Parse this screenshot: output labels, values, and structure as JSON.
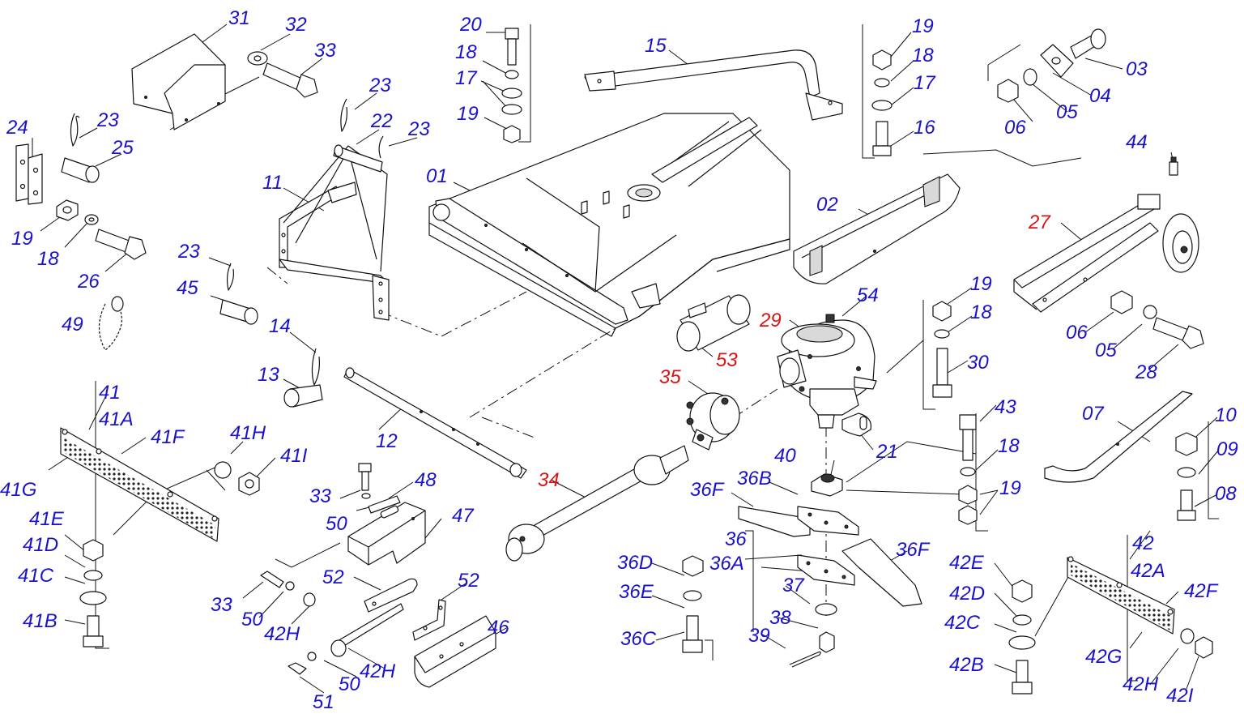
{
  "colors": {
    "label_default": "#1a12c8",
    "label_highlight": "#d81414",
    "linework": "#111111"
  },
  "labels": [
    {
      "id": "l31",
      "text": "31",
      "color": "blue"
    },
    {
      "id": "l32",
      "text": "32",
      "color": "blue"
    },
    {
      "id": "l33a",
      "text": "33",
      "color": "blue"
    },
    {
      "id": "l24",
      "text": "24",
      "color": "blue"
    },
    {
      "id": "l23a",
      "text": "23",
      "color": "blue"
    },
    {
      "id": "l25",
      "text": "25",
      "color": "blue"
    },
    {
      "id": "l19a",
      "text": "19",
      "color": "blue"
    },
    {
      "id": "l18a",
      "text": "18",
      "color": "blue"
    },
    {
      "id": "l26",
      "text": "26",
      "color": "blue"
    },
    {
      "id": "l49",
      "text": "49",
      "color": "blue"
    },
    {
      "id": "l23b",
      "text": "23",
      "color": "blue"
    },
    {
      "id": "l22",
      "text": "22",
      "color": "blue"
    },
    {
      "id": "l23c",
      "text": "23",
      "color": "blue"
    },
    {
      "id": "l11",
      "text": "11",
      "color": "blue"
    },
    {
      "id": "l23d",
      "text": "23",
      "color": "blue"
    },
    {
      "id": "l45",
      "text": "45",
      "color": "blue"
    },
    {
      "id": "l14",
      "text": "14",
      "color": "blue"
    },
    {
      "id": "l13",
      "text": "13",
      "color": "blue"
    },
    {
      "id": "l12",
      "text": "12",
      "color": "blue"
    },
    {
      "id": "l20",
      "text": "20",
      "color": "blue"
    },
    {
      "id": "l18b",
      "text": "18",
      "color": "blue"
    },
    {
      "id": "l17a",
      "text": "17",
      "color": "blue"
    },
    {
      "id": "l19b",
      "text": "19",
      "color": "blue"
    },
    {
      "id": "l15",
      "text": "15",
      "color": "blue"
    },
    {
      "id": "l01",
      "text": "01",
      "color": "blue"
    },
    {
      "id": "l19c",
      "text": "19",
      "color": "blue"
    },
    {
      "id": "l18c",
      "text": "18",
      "color": "blue"
    },
    {
      "id": "l17b",
      "text": "17",
      "color": "blue"
    },
    {
      "id": "l16",
      "text": "16",
      "color": "blue"
    },
    {
      "id": "l03",
      "text": "03",
      "color": "blue"
    },
    {
      "id": "l04",
      "text": "04",
      "color": "blue"
    },
    {
      "id": "l05a",
      "text": "05",
      "color": "blue"
    },
    {
      "id": "l06a",
      "text": "06",
      "color": "blue"
    },
    {
      "id": "l44",
      "text": "44",
      "color": "blue"
    },
    {
      "id": "l02",
      "text": "02",
      "color": "blue"
    },
    {
      "id": "l27",
      "text": "27",
      "color": "red"
    },
    {
      "id": "l54",
      "text": "54",
      "color": "blue"
    },
    {
      "id": "l29",
      "text": "29",
      "color": "red"
    },
    {
      "id": "l19d",
      "text": "19",
      "color": "blue"
    },
    {
      "id": "l18d",
      "text": "18",
      "color": "blue"
    },
    {
      "id": "l30",
      "text": "30",
      "color": "blue"
    },
    {
      "id": "l06b",
      "text": "06",
      "color": "blue"
    },
    {
      "id": "l05b",
      "text": "05",
      "color": "blue"
    },
    {
      "id": "l28",
      "text": "28",
      "color": "blue"
    },
    {
      "id": "l53",
      "text": "53",
      "color": "red"
    },
    {
      "id": "l35",
      "text": "35",
      "color": "red"
    },
    {
      "id": "l21",
      "text": "21",
      "color": "blue"
    },
    {
      "id": "l43",
      "text": "43",
      "color": "blue"
    },
    {
      "id": "l18e",
      "text": "18",
      "color": "blue"
    },
    {
      "id": "l19e",
      "text": "19",
      "color": "blue"
    },
    {
      "id": "l07",
      "text": "07",
      "color": "blue"
    },
    {
      "id": "l10",
      "text": "10",
      "color": "blue"
    },
    {
      "id": "l09",
      "text": "09",
      "color": "blue"
    },
    {
      "id": "l08",
      "text": "08",
      "color": "blue"
    },
    {
      "id": "l41",
      "text": "41",
      "color": "blue"
    },
    {
      "id": "l41A",
      "text": "41A",
      "color": "blue"
    },
    {
      "id": "l41F",
      "text": "41F",
      "color": "blue"
    },
    {
      "id": "l41G",
      "text": "41G",
      "color": "blue"
    },
    {
      "id": "l41H",
      "text": "41H",
      "color": "blue"
    },
    {
      "id": "l41I",
      "text": "41I",
      "color": "blue"
    },
    {
      "id": "l41E",
      "text": "41E",
      "color": "blue"
    },
    {
      "id": "l41D",
      "text": "41D",
      "color": "blue"
    },
    {
      "id": "l41C",
      "text": "41C",
      "color": "blue"
    },
    {
      "id": "l41B",
      "text": "41B",
      "color": "blue"
    },
    {
      "id": "l34",
      "text": "34",
      "color": "red"
    },
    {
      "id": "l33b",
      "text": "33",
      "color": "blue"
    },
    {
      "id": "l48",
      "text": "48",
      "color": "blue"
    },
    {
      "id": "l50a",
      "text": "50",
      "color": "blue"
    },
    {
      "id": "l47",
      "text": "47",
      "color": "blue"
    },
    {
      "id": "l52a",
      "text": "52",
      "color": "blue"
    },
    {
      "id": "l52b",
      "text": "52",
      "color": "blue"
    },
    {
      "id": "l33c",
      "text": "33",
      "color": "blue"
    },
    {
      "id": "l50b",
      "text": "50",
      "color": "blue"
    },
    {
      "id": "l42Ha",
      "text": "42H",
      "color": "blue"
    },
    {
      "id": "l46",
      "text": "46",
      "color": "blue"
    },
    {
      "id": "l42Hb",
      "text": "42H",
      "color": "blue"
    },
    {
      "id": "l50c",
      "text": "50",
      "color": "blue"
    },
    {
      "id": "l51",
      "text": "51",
      "color": "blue"
    },
    {
      "id": "l40",
      "text": "40",
      "color": "blue"
    },
    {
      "id": "l36B",
      "text": "36B",
      "color": "blue"
    },
    {
      "id": "l36Fa",
      "text": "36F",
      "color": "blue"
    },
    {
      "id": "l36",
      "text": "36",
      "color": "blue"
    },
    {
      "id": "l36A",
      "text": "36A",
      "color": "blue"
    },
    {
      "id": "l36Fb",
      "text": "36F",
      "color": "blue"
    },
    {
      "id": "l36D",
      "text": "36D",
      "color": "blue"
    },
    {
      "id": "l36E",
      "text": "36E",
      "color": "blue"
    },
    {
      "id": "l36C",
      "text": "36C",
      "color": "blue"
    },
    {
      "id": "l37",
      "text": "37",
      "color": "blue"
    },
    {
      "id": "l38",
      "text": "38",
      "color": "blue"
    },
    {
      "id": "l39",
      "text": "39",
      "color": "blue"
    },
    {
      "id": "l42",
      "text": "42",
      "color": "blue"
    },
    {
      "id": "l42A",
      "text": "42A",
      "color": "blue"
    },
    {
      "id": "l42E",
      "text": "42E",
      "color": "blue"
    },
    {
      "id": "l42D",
      "text": "42D",
      "color": "blue"
    },
    {
      "id": "l42C",
      "text": "42C",
      "color": "blue"
    },
    {
      "id": "l42B",
      "text": "42B",
      "color": "blue"
    },
    {
      "id": "l42F",
      "text": "42F",
      "color": "blue"
    },
    {
      "id": "l42G",
      "text": "42G",
      "color": "blue"
    },
    {
      "id": "l42Hc",
      "text": "42H",
      "color": "blue"
    },
    {
      "id": "l42I",
      "text": "42I",
      "color": "blue"
    }
  ]
}
